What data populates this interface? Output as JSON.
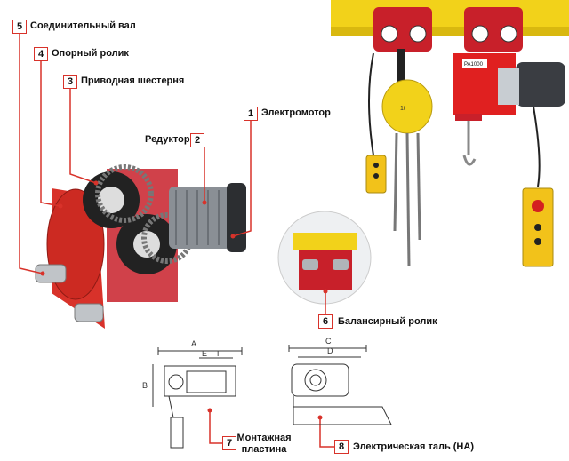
{
  "callouts": [
    {
      "num": "1",
      "label": "Электромотор"
    },
    {
      "num": "2",
      "label": "Редуктор"
    },
    {
      "num": "3",
      "label": "Приводная шестерня"
    },
    {
      "num": "4",
      "label": "Опорный ролик"
    },
    {
      "num": "5",
      "label": "Соединительный вал"
    },
    {
      "num": "6",
      "label": "Балансирный ролик"
    },
    {
      "num": "7",
      "label_line1": "Монтажная",
      "label_line2": "пластина"
    },
    {
      "num": "8",
      "label": "Электрическая таль (HA)"
    }
  ],
  "dimensions": {
    "a": "A",
    "b": "B",
    "c": "C",
    "d": "D",
    "e": "E",
    "f": "F"
  },
  "hoist_plate_text": "PA1000",
  "colors": {
    "accent_red": "#d8322a",
    "yellow": "#f2d21a",
    "trolley_red": "#c8202a",
    "motor_grey": "#8a8f95"
  }
}
